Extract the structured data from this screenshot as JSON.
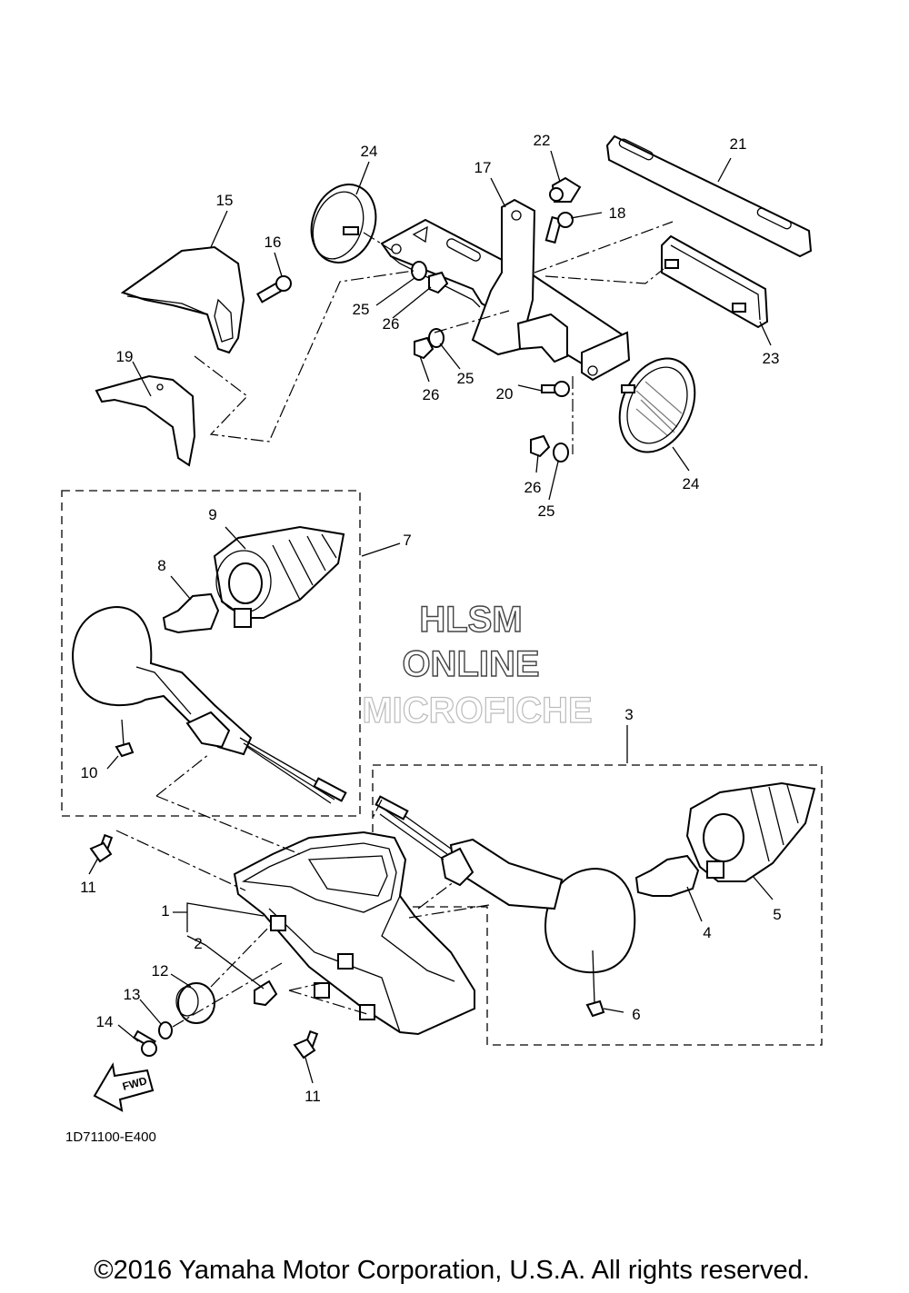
{
  "diagram": {
    "callouts": {
      "c1": "1",
      "c2": "2",
      "c3": "3",
      "c4": "4",
      "c5": "5",
      "c6": "6",
      "c7": "7",
      "c8": "8",
      "c9": "9",
      "c10": "10",
      "c11a": "11",
      "c11b": "11",
      "c12": "12",
      "c13": "13",
      "c14": "14",
      "c15": "15",
      "c16": "16",
      "c17": "17",
      "c18": "18",
      "c19": "19",
      "c20": "20",
      "c21": "21",
      "c22": "22",
      "c23": "23",
      "c24a": "24",
      "c24b": "24",
      "c25a": "25",
      "c25b": "25",
      "c25c": "25",
      "c26a": "26",
      "c26b": "26",
      "c26c": "26"
    },
    "fwd_label": "FWD",
    "diagram_code": "1D71100-E400"
  },
  "watermark": {
    "line1": "HLSM",
    "line2": "ONLINE",
    "line3": "MICROFICHE"
  },
  "footer": {
    "copyright": "©2016 Yamaha Motor Corporation, U.S.A. All rights reserved."
  }
}
